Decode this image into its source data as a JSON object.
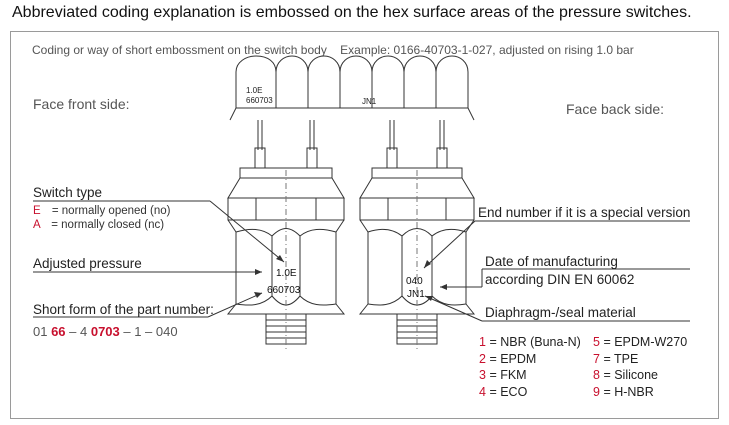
{
  "heading": "Abbreviated coding explanation is embossed on the hex surface areas of the pressure switches.",
  "subheading": "Coding or way of short embossment on the switch body",
  "example": "Example: 0166-40703-1-027, adjusted on rising 1.0 bar",
  "face_front_label": "Face front side:",
  "face_back_label": "Face back side:",
  "strip": {
    "text1": "1.0E",
    "text2": "660703",
    "text3": "JN1"
  },
  "switch_type": {
    "title": "Switch type",
    "items": [
      {
        "code": "E",
        "desc": "= normally opened (no)"
      },
      {
        "code": "A",
        "desc": "= normally closed (nc)"
      }
    ]
  },
  "adjusted_pressure": "Adjusted pressure",
  "short_form": {
    "title": "Short form of the part number:",
    "parts": [
      "01 ",
      "66",
      " – 4 ",
      "0703",
      " – 1 – 040"
    ]
  },
  "front_emboss": {
    "line1": "1.0E",
    "line2": "660703"
  },
  "back_emboss": {
    "line1": "040",
    "line2": "JN1"
  },
  "end_number": "End number if it is a special version",
  "date_label": {
    "line1": "Date of manufacturing",
    "line2": "according DIN EN 60062"
  },
  "diaphragm": {
    "title": "Diaphragm-/seal material",
    "materials": [
      {
        "num": "1",
        "name": "= NBR (Buna-N)"
      },
      {
        "num": "2",
        "name": "= EPDM"
      },
      {
        "num": "3",
        "name": "= FKM"
      },
      {
        "num": "4",
        "name": "= ECO"
      },
      {
        "num": "5",
        "name": "= EPDM-W270"
      },
      {
        "num": "7",
        "name": "= TPE"
      },
      {
        "num": "8",
        "name": "= Silicone"
      },
      {
        "num": "9",
        "name": "= H-NBR"
      }
    ]
  },
  "colors": {
    "accent": "#c8102e",
    "line": "#333333"
  }
}
